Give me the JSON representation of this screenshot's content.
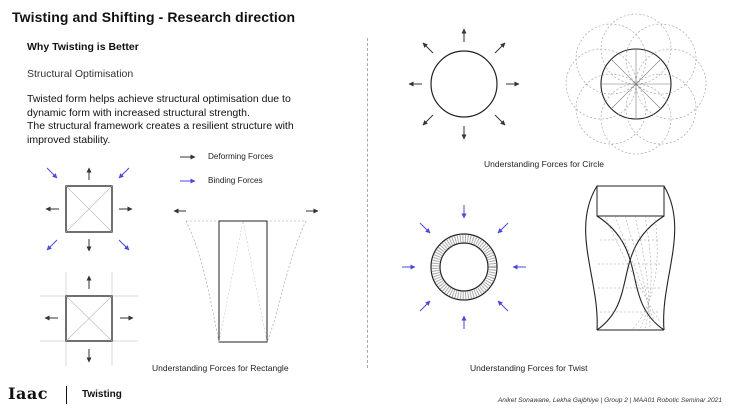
{
  "header": {
    "title": "Twisting and Shifting - Research direction"
  },
  "left": {
    "subtitle": "Why Twisting is Better",
    "section": "Structural Optimisation",
    "body_lines": [
      "Twisted form helps achieve structural optimisation due to",
      "dynamic form with increased structural strength.",
      "The structural framework creates a resilient structure with",
      "improved stability."
    ]
  },
  "legend": {
    "deforming": "Deforming Forces",
    "binding": "Binding Forces"
  },
  "captions": {
    "rectangle": "Understanding Forces for Rectangle",
    "circle": "Understanding Forces for Circle",
    "twist": "Understanding Forces for Twist"
  },
  "footer": {
    "logo": "Iaac",
    "label": "Twisting",
    "credit": "Aniket Sonawane, Lekha Gajbhiye | Group 2 | MAA01 Robotic Seminar 2021"
  },
  "colors": {
    "deforming": "#333333",
    "binding": "#4a4ad8"
  }
}
